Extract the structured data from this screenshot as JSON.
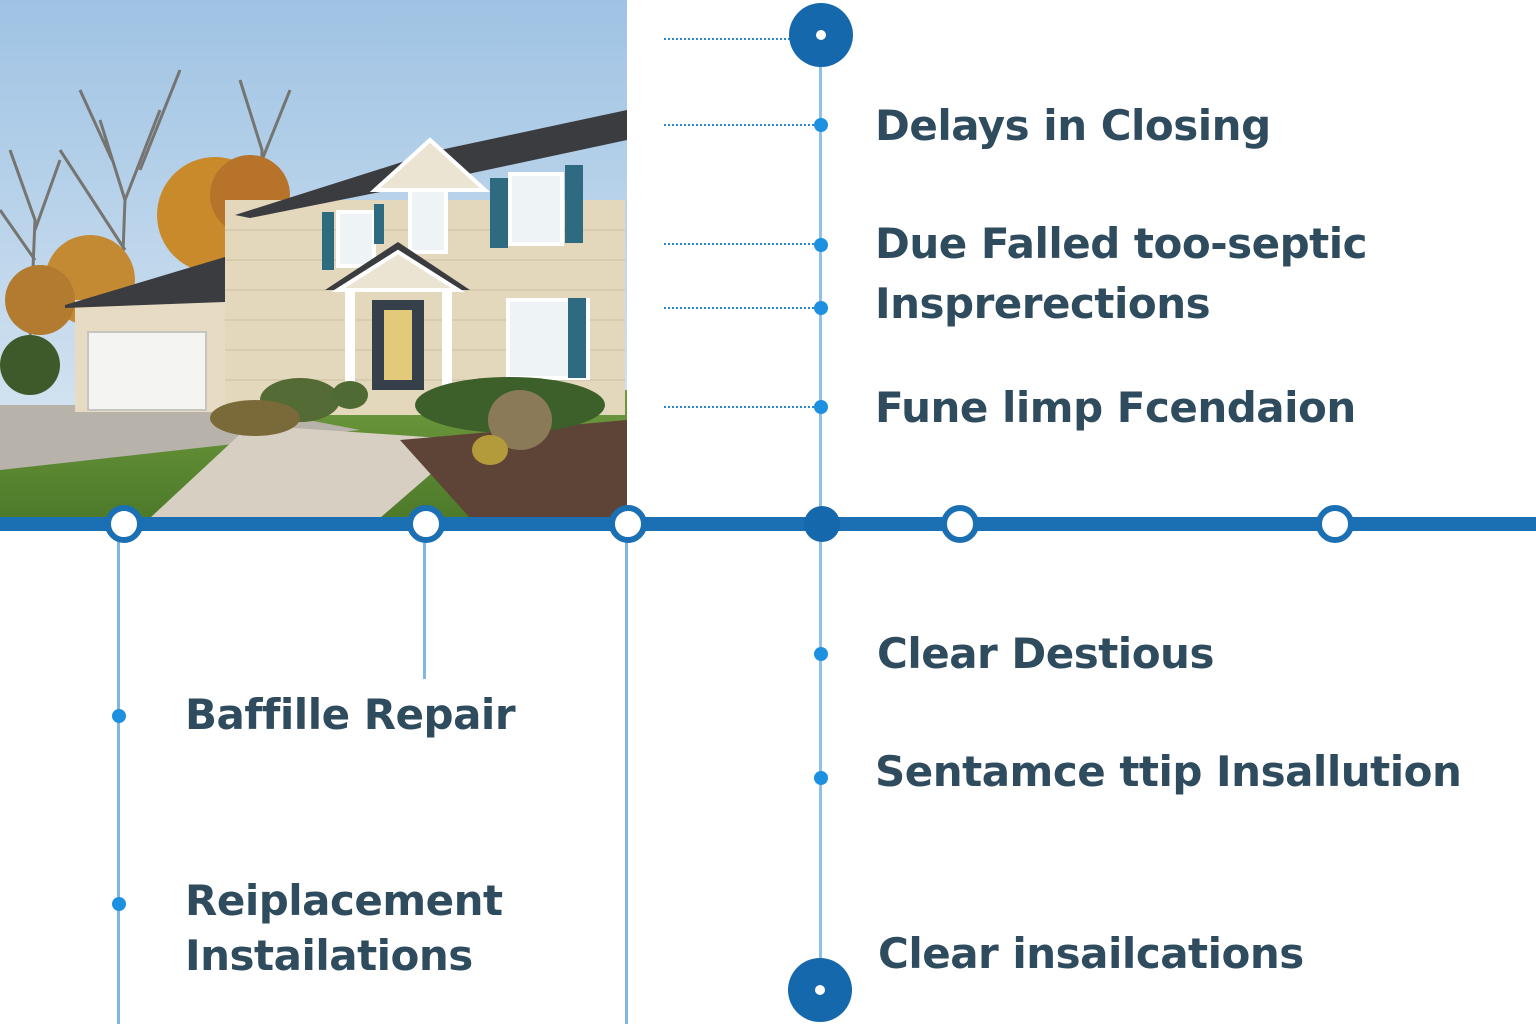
{
  "right_upper_items": [
    {
      "text": "Delays in Closing"
    },
    {
      "text": "Due Falled too-septic"
    },
    {
      "text": "Insprerections"
    },
    {
      "text": "Fune limp Fcendaion"
    }
  ],
  "right_lower_items": [
    {
      "text": "Clear Destious"
    },
    {
      "text": "Sentamce ttip Insallution"
    },
    {
      "text": "Clear insailcations"
    }
  ],
  "left_lower_items": [
    {
      "text": "Baffille Repair"
    },
    {
      "text": "Reiplacement"
    },
    {
      "text": "Instailations"
    }
  ],
  "colors": {
    "timeline": "#1b6fb3",
    "branch": "#8ec0ea",
    "dot": "#1e90e0",
    "text": "#2f4b5e"
  },
  "image": {
    "subject": "two-story house with garage and trees"
  }
}
